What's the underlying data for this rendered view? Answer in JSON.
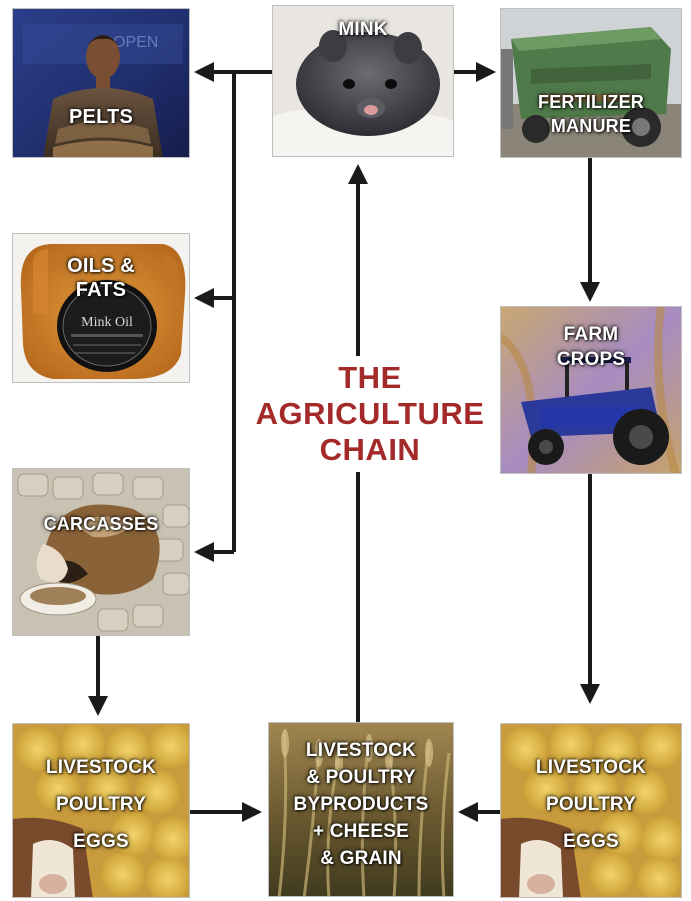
{
  "title": {
    "lines": [
      "THE",
      "AGRICULTURE",
      "CHAIN"
    ],
    "color": "#a42a2a"
  },
  "nodes": {
    "mink": {
      "lines": [
        "MINK"
      ]
    },
    "pelts": {
      "lines": [
        "PELTS"
      ]
    },
    "fertilizer": {
      "lines": [
        "FERTILIZER",
        "MANURE"
      ]
    },
    "oils": {
      "lines": [
        "OILS &",
        "FATS"
      ],
      "tin_text": "Mink Oil"
    },
    "farm": {
      "lines": [
        "FARM",
        "CROPS"
      ]
    },
    "carcasses": {
      "lines": [
        "CARCASSES"
      ]
    },
    "livestock_left": {
      "lines": [
        "LIVESTOCK",
        "POULTRY",
        "EGGS"
      ]
    },
    "byproducts": {
      "lines": [
        "LIVESTOCK",
        "& POULTRY",
        "BYPRODUCTS",
        "+ CHEESE",
        "& GRAIN"
      ]
    },
    "livestock_right": {
      "lines": [
        "LIVESTOCK",
        "POULTRY",
        "EGGS"
      ]
    }
  },
  "colors": {
    "arrow": "#1a1a1a",
    "title": "#a42a2a"
  },
  "icons": {
    "mink": "mink-photo",
    "pelts": "fashion-model-photo",
    "fertilizer": "manure-spreader-photo",
    "oils": "mink-oil-tin-photo",
    "farm": "tractor-photo",
    "carcasses": "cat-eating-photo",
    "livestock": "cow-chicks-photo",
    "byproducts": "wheat-grain-photo"
  }
}
